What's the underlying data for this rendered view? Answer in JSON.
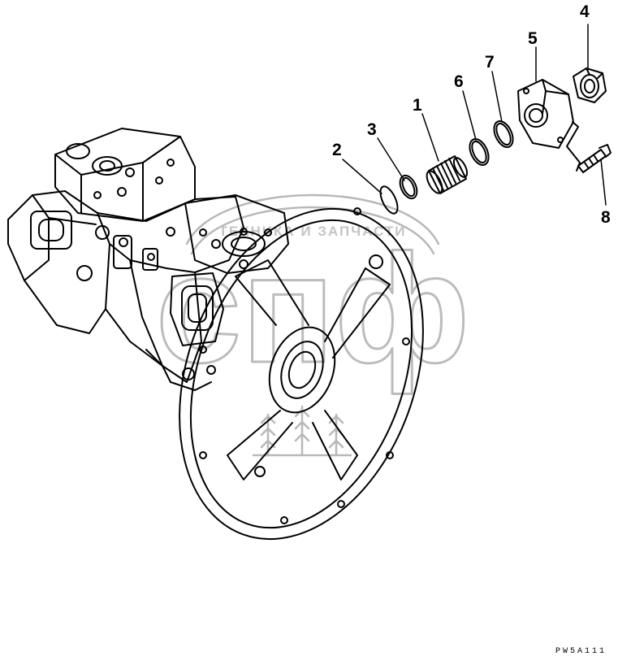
{
  "callouts": [
    "1",
    "2",
    "3",
    "4",
    "5",
    "6",
    "7",
    "8"
  ],
  "document_code": "PW5A111",
  "watermark": {
    "arc_text": "ТЕХНИКА И ЗАПЧАСТИ",
    "letters": "спф"
  }
}
